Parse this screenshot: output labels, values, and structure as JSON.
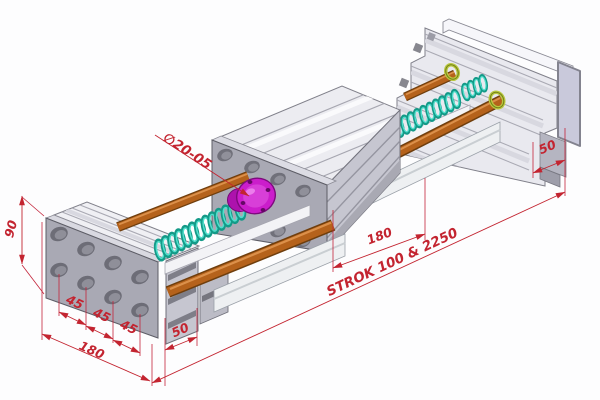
{
  "drawing": {
    "type": "cad-isometric-assembly",
    "subject": "linear-motion-unit-with-ball-screw",
    "annotations": {
      "diameter": "∅20-05",
      "stroke_label": "STROK 100 & 2250",
      "length_left": "180",
      "length_center": "180",
      "height_left": "90",
      "depth_left": "50",
      "depth_right": "50",
      "hole_pitch_1": "45",
      "hole_pitch_2": "45",
      "hole_pitch_3": "45"
    },
    "colors": {
      "dimension_red": "#c32430",
      "guide_rod_orange": "#b5621b",
      "screw_spring_teal": "#35cdbb",
      "ball_nut_magenta": "#cb1dcb",
      "bushing_yellow_green": "#b9c83f",
      "extrusion_light": "#f0f0f4",
      "plate_gray": "#a9a9b4",
      "end_plate_lavender": "#c9c9db",
      "background": "#fdfdfe"
    }
  }
}
